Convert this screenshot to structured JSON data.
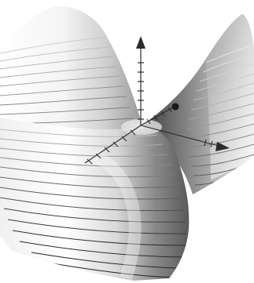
{
  "figure": {
    "kind": "3d saddle surface (hyperbolic paraboloid) with level-curve stripes",
    "axes": [
      "x",
      "y",
      "z"
    ],
    "axis_labels_printed": false,
    "point_marker": true,
    "colors": {
      "background": "#ffffff",
      "surface_light": "#ffffff",
      "surface_mid": "#bdbdbd",
      "surface_dark": "#4a4a4a",
      "contour_line": "#1a1a1a",
      "contour_line_light": "#f2f2f2",
      "axis_color": "#2b2b2b",
      "marker_color": "#1a1a1a"
    }
  }
}
